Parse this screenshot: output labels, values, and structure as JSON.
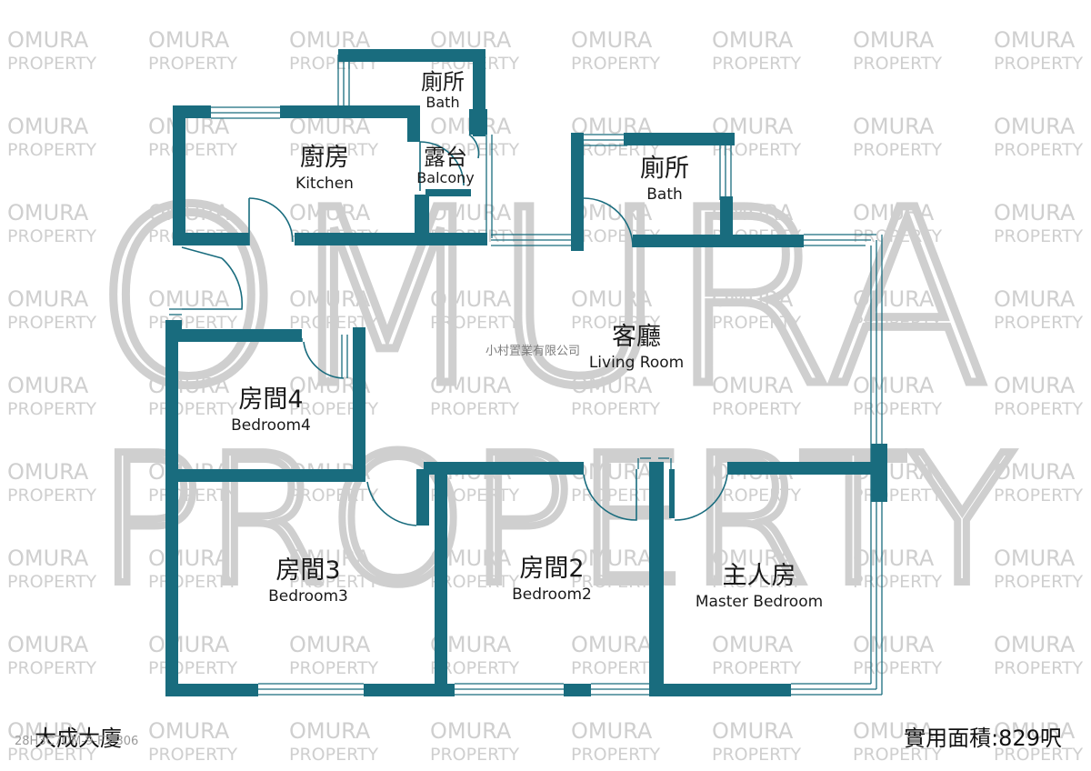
{
  "watermark": {
    "tile_line1": "OMURA",
    "tile_line2": "PROPERTY",
    "big_line1": "OMURA",
    "big_line2": "PROPERTY",
    "color": "#cfcfcf"
  },
  "company_stamp": "小村置業有限公司",
  "wall_color": "#196c7e",
  "rooms": {
    "bath_top": {
      "zh": "廁所",
      "en": "Bath"
    },
    "kitchen": {
      "zh": "廚房",
      "en": "Kitchen"
    },
    "balcony": {
      "zh": "露台",
      "en": "Balcony"
    },
    "bath_right": {
      "zh": "廁所",
      "en": "Bath"
    },
    "living": {
      "zh": "客廳",
      "en": "Living Room"
    },
    "bedroom4": {
      "zh": "房間4",
      "en": "Bedroom4"
    },
    "bedroom3": {
      "zh": "房間3",
      "en": "Bedroom3"
    },
    "bedroom2": {
      "zh": "房間2",
      "en": "Bedroom2"
    },
    "master": {
      "zh": "主人房",
      "en": "Master Bedroom"
    }
  },
  "footer": {
    "building": "大成大廈",
    "code": "28H3C7OM-9-F3-306",
    "area": "實用面積:829呎"
  }
}
